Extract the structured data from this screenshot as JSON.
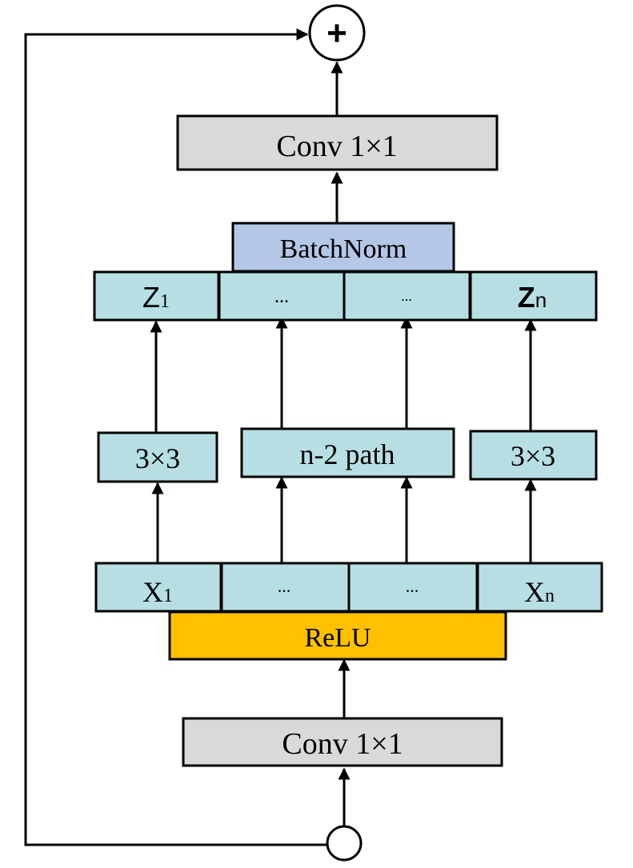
{
  "nodes": {
    "output_sum": {
      "symbol": "+"
    },
    "conv_top": {
      "label": "Conv 1×1"
    },
    "batchnorm": {
      "label": "BatchNorm"
    },
    "z_row": [
      {
        "main": "Z",
        "sub": "1"
      },
      {
        "main": "...",
        "sub": ""
      },
      {
        "main": "...",
        "sub": ""
      },
      {
        "main": "Z",
        "sub": "n"
      }
    ],
    "paths": [
      {
        "label": "3×3"
      },
      {
        "label": "n-2 path"
      },
      {
        "label": "3×3"
      }
    ],
    "x_row": [
      {
        "main": "X",
        "sub": "1"
      },
      {
        "main": "...",
        "sub": ""
      },
      {
        "main": "...",
        "sub": ""
      },
      {
        "main": "X",
        "sub": "n"
      }
    ],
    "relu": {
      "label": "ReLU"
    },
    "conv_bottom": {
      "label": "Conv 1×1"
    }
  },
  "colors": {
    "conv": "#d9d9d9",
    "cell": "#b7dfe3",
    "batchnorm": "#b4c7e7",
    "relu": "#ffc000",
    "stroke": "#000000"
  }
}
